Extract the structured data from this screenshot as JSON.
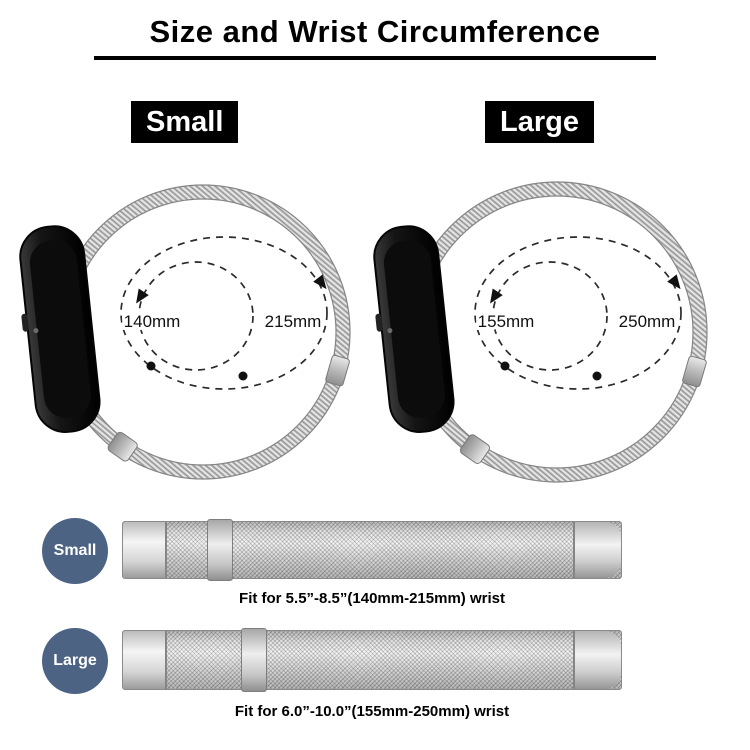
{
  "title": "Size and Wrist Circumference",
  "variants": [
    {
      "name": "Small",
      "inner_measure": "140mm",
      "outer_measure": "215mm",
      "fit_text": "Fit for 5.5”-8.5”(140mm-215mm) wrist"
    },
    {
      "name": "Large",
      "inner_measure": "155mm",
      "outer_measure": "250mm",
      "fit_text": "Fit for 6.0”-10.0”(155mm-250mm) wrist"
    }
  ],
  "colors": {
    "size_badge_bg": "#000000",
    "size_badge_text": "#ffffff",
    "size_dot_bg": "#4d6383",
    "band_silver": "#c9c9c9",
    "watch_black": "#0c0c0c"
  }
}
